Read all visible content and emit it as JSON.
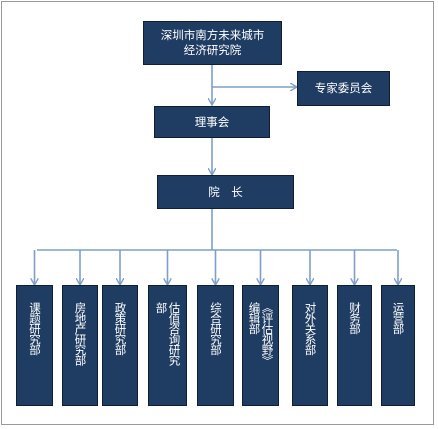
{
  "top": {
    "line1": "深圳市南方未来城市",
    "line2": "经济研究院"
  },
  "committee": "专家委员会",
  "board": "理事会",
  "president": "院　长",
  "departments": [
    "课题研究部",
    "房地产研究部",
    "政策研究部",
    "估值咨询研究部",
    "综合研究部",
    "《评估视野》编辑部",
    "对外关系部",
    "财务部",
    "运营部"
  ],
  "colors": {
    "box": "#1f3c62",
    "connector": "#7f9fc7"
  }
}
